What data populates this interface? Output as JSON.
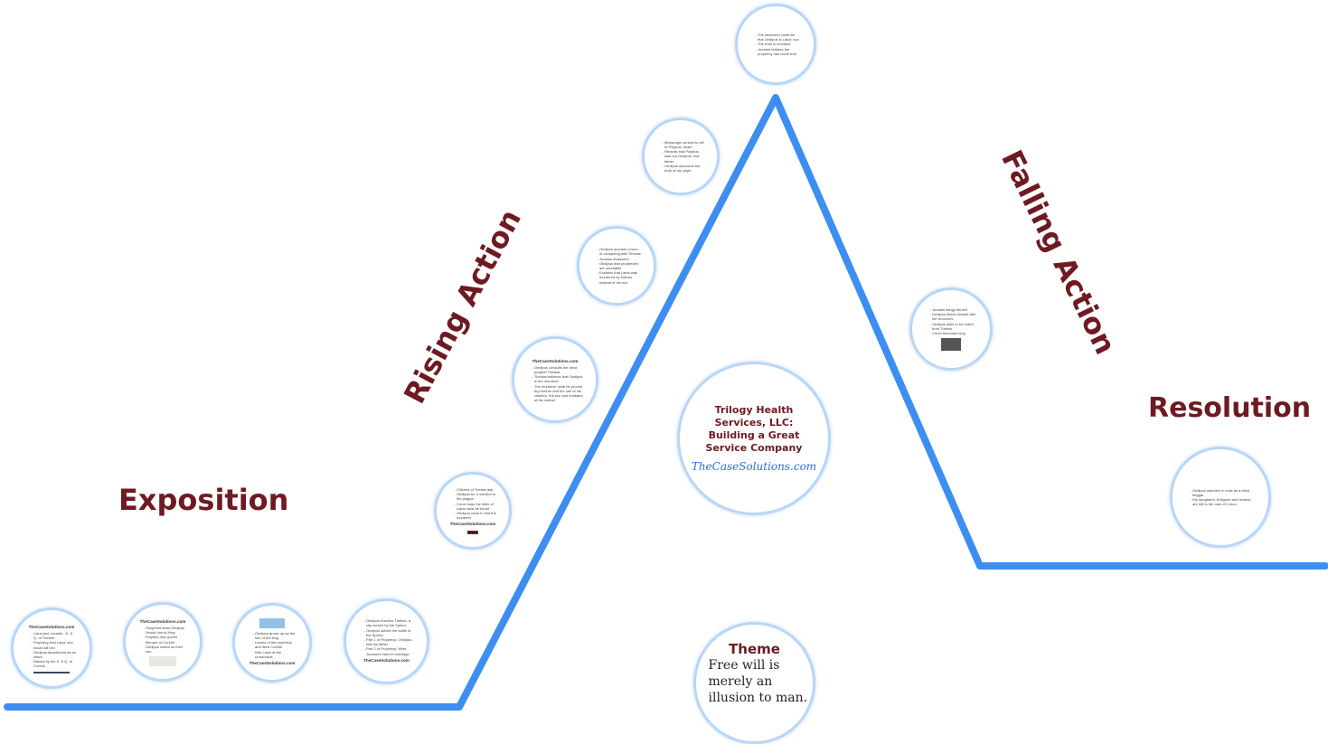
{
  "stages": {
    "exposition": "Exposition",
    "rising_action": "Rising Action",
    "falling_action": "Falling Action",
    "resolution": "Resolution"
  },
  "center": {
    "title": "Trilogy Health Services, LLC: Building a Great Service Company",
    "site": "TheCaseSolutions.com"
  },
  "theme": {
    "heading": "Theme",
    "text": "Free will is merely an illusion to man."
  },
  "colors": {
    "line": "#3d8ef0",
    "heading": "#6e1a22",
    "circle_border": "#b9d6f4"
  },
  "notes": {
    "exp1": {
      "site": "TheCaseSolutions.com",
      "items": [
        "Laius and Jocasta - K. & Q. of Thebes",
        "Prophecy that Laius' son would kill him",
        "Oedipus abandoned as an infant",
        "Raised by the K. & Q. of Corinth"
      ]
    },
    "exp2": {
      "site": "TheCaseSolutions.com",
      "items": [
        "Shepherd finds Oedipus",
        "Sends him to King Polybus and Queen Merope of Corinth",
        "Oedipus raised as their son"
      ]
    },
    "exp3": {
      "site": "TheCaseSolutions.com",
      "items": [
        "Oedipus grows up as the son of the king",
        "Learns of the prophecy and flees Corinth",
        "Kills Laius at the crossroads"
      ]
    },
    "exp4": {
      "site": "TheCaseSolutions.com",
      "items": [
        "Oedipus reaches Thebes, a city cursed by the Sphinx",
        "Oedipus solves the riddle of the Sphinx",
        "Part 1 of Prophecy: Oedipus kills his father",
        "Part 2 of Prophecy: Wins Jocasta's hand in marriage"
      ]
    },
    "ra1": {
      "site": "TheCaseSolutions.com",
      "items": [
        "Citizens of Thebes ask Oedipus for a solution to the plague",
        "Creon says the killer of Laius must be found",
        "Oedipus vows to find the murderer"
      ]
    },
    "ra2": {
      "site": "TheCaseSolutions.com",
      "items": [
        "Oedipus consults the blind prophet Tiresias",
        "Tiresias believes that Oedipus is the murderer",
        "The murderer 'shall be proved thy brother and the sire of his children, the son and husband of his mother'"
      ]
    },
    "ra3": {
      "site": "",
      "items": [
        "Oedipus accuses Creon of conspiring with Tiresias",
        "Jocasta reassures Oedipus that prophecies are unreliable",
        "Explains that Laius was murdered by thieves instead of his son"
      ]
    },
    "ra4": {
      "site": "",
      "items": [
        "Messenger arrives to tell of Polybus' death",
        "Reveals that Polybus was not Oedipus' real father",
        "Oedipus discovers the truth of his origin"
      ]
    },
    "climax": {
      "site": "",
      "items": [
        "The shepherd confirms that Oedipus is Laius' son",
        "The truth is revealed",
        "Jocasta realizes the prophecy has come true"
      ]
    },
    "fa1": {
      "site": "",
      "items": [
        "Jocasta hangs herself",
        "Oedipus blinds himself with her brooches",
        "Oedipus asks to be exiled from Thebes",
        "Creon becomes king"
      ]
    },
    "res1": {
      "site": "",
      "items": [
        "Oedipus wanders in exile as a blind beggar",
        "His daughters, Antigone and Ismene, are left to the care of Creon"
      ]
    }
  }
}
